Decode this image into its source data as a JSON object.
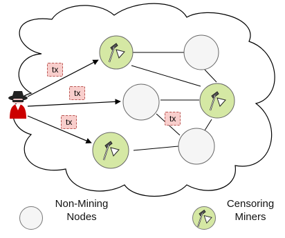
{
  "network": {
    "non_mining_nodes": 3,
    "censoring_miners": 3
  },
  "tx_labels": [
    "tx",
    "tx",
    "tx",
    "tx"
  ],
  "legend": {
    "non_mining_line1": "Non-Mining",
    "non_mining_line2": "Nodes",
    "censoring_line1": "Censoring",
    "censoring_line2": "Miners"
  },
  "colors": {
    "node_fill": "#f5f5f5",
    "miner_fill": "#d5e8a4",
    "tx_fill": "#f8cecc",
    "tx_border": "#b85450",
    "attacker": "#cc0000",
    "hat": "#222222"
  },
  "icons": {
    "miner": "pickaxe-flag-icon",
    "attacker": "spy-icon"
  }
}
